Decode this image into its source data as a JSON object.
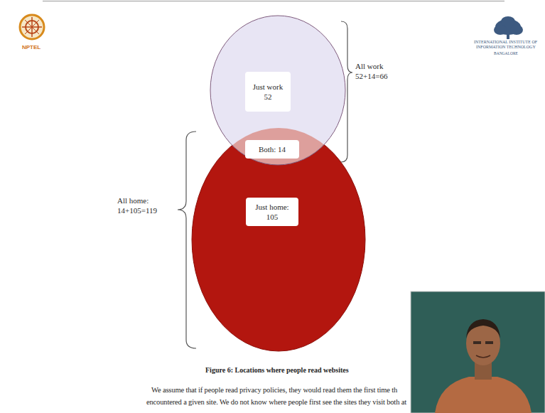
{
  "diagram": {
    "caption": "Figure 6: Locations where people read websites",
    "nodes": [
      {
        "text": [
          "Just work",
          "52"
        ]
      },
      {
        "text": [
          "Both: 14"
        ]
      },
      {
        "text": [
          "Just home:",
          "105"
        ]
      }
    ],
    "labels": [
      "NPTEL",
      "INTERNATIONAL INSTITUTE OF",
      "INFORMATION TECHNOLOGY",
      "BANGALORE",
      "All work",
      "52+14=66",
      "All home:",
      "14+105=119",
      "We assume that if people read privacy policies, they would read them the first time th",
      "encountered a given site. We do not know where people first see the sites they visit both at"
    ]
  }
}
